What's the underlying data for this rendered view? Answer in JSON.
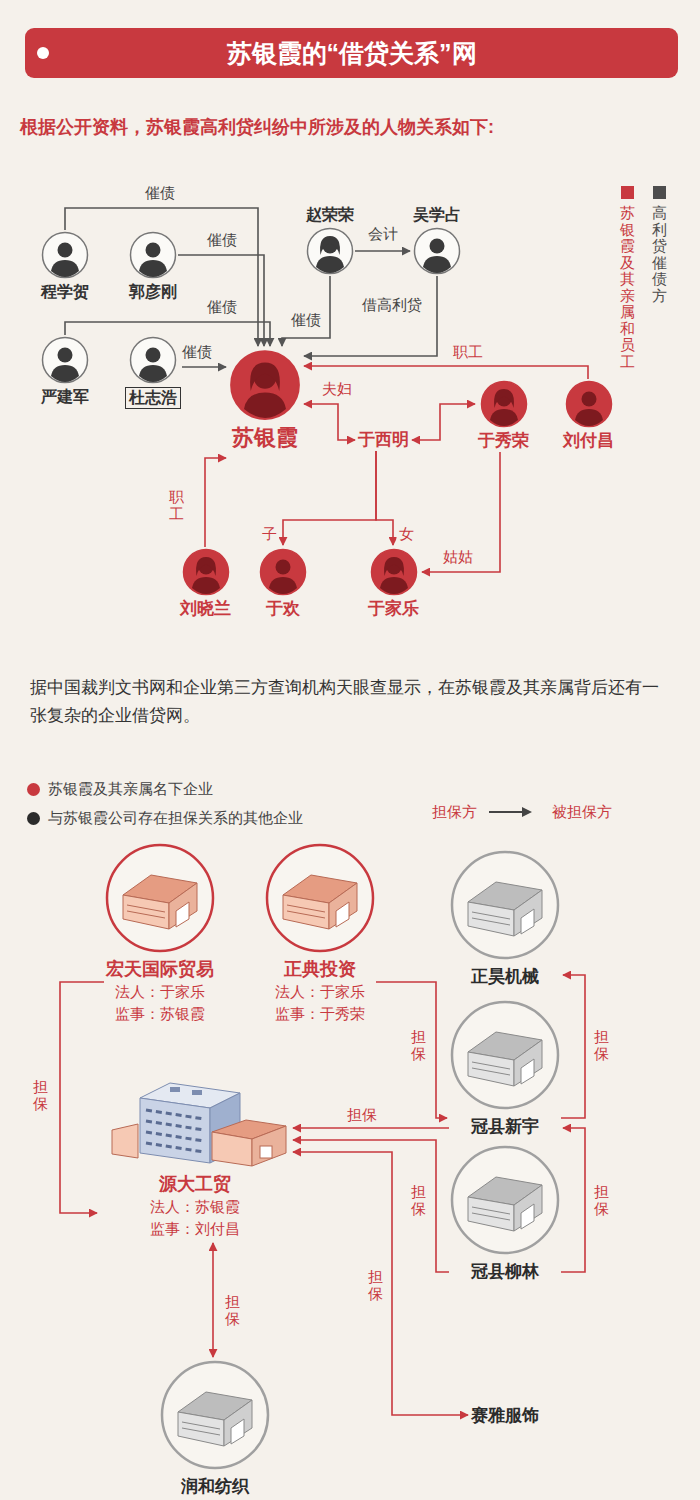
{
  "diagram": {
    "title": "苏银霞的“借贷关系”网",
    "nodes": [
      {
        "text": [
          "程学贺"
        ]
      },
      {
        "text": [
          "郭彦刚"
        ]
      },
      {
        "text": [
          "赵荣荣"
        ]
      },
      {
        "text": [
          "吴学占"
        ]
      },
      {
        "text": [
          "严建军"
        ]
      },
      {
        "text": [
          "杜志浩"
        ]
      },
      {
        "text": [
          "苏银霞"
        ]
      },
      {
        "text": [
          "于西明"
        ]
      },
      {
        "text": [
          "于秀荣"
        ]
      },
      {
        "text": [
          "刘付昌"
        ]
      },
      {
        "text": [
          "刘晓兰"
        ]
      },
      {
        "text": [
          "于欢"
        ]
      },
      {
        "text": [
          "于家乐"
        ]
      },
      {
        "text": [
          "宏天国际贸易",
          "法人：于家乐",
          "监事：苏银霞"
        ]
      },
      {
        "text": [
          "正典投资",
          "法人：于家乐",
          "监事：于秀荣"
        ]
      },
      {
        "text": [
          "正昊机械"
        ]
      },
      {
        "text": [
          "源大工贸",
          "法人：苏银霞",
          "监事：刘付昌"
        ]
      },
      {
        "text": [
          "冠县新宇"
        ]
      },
      {
        "text": [
          "冠县柳林"
        ]
      },
      {
        "text": [
          "润和纺织"
        ]
      },
      {
        "text": [
          "赛雅服饰"
        ]
      }
    ],
    "edges": [
      {
        "from": 0,
        "to": 6,
        "label": "催债",
        "arrow": "to"
      },
      {
        "from": 1,
        "to": 6,
        "label": "催债",
        "arrow": "to"
      },
      {
        "from": 4,
        "to": 6,
        "label": "催债",
        "arrow": "to"
      },
      {
        "from": 5,
        "to": 6,
        "label": "催债",
        "arrow": "to"
      },
      {
        "from": 2,
        "to": 6,
        "label": "催债",
        "arrow": "to"
      },
      {
        "from": 2,
        "to": 3,
        "label": "会计",
        "arrow": "to"
      },
      {
        "from": 3,
        "to": 6,
        "label": "借高利贷",
        "arrow": "to"
      },
      {
        "from": 9,
        "to": 6,
        "label": "职工",
        "arrow": "to"
      },
      {
        "from": 6,
        "to": 7,
        "label": "夫妇",
        "arrow": "both"
      },
      {
        "from": 7,
        "to": 8,
        "arrow": "both"
      },
      {
        "from": 7,
        "to": 11,
        "label": "子",
        "arrow": "to"
      },
      {
        "from": 7,
        "to": 12,
        "label": "女",
        "arrow": "to"
      },
      {
        "from": 8,
        "to": 12,
        "label": "姑姑",
        "arrow": "to"
      },
      {
        "from": 10,
        "to": 6,
        "label": "职工",
        "arrow": "to"
      },
      {
        "from": 13,
        "to": 16,
        "label": "担保",
        "arrow": "to"
      },
      {
        "from": 14,
        "to": 17,
        "label": "担保",
        "arrow": "to"
      },
      {
        "from": 17,
        "to": 16,
        "label": "担保",
        "arrow": "to"
      },
      {
        "from": 18,
        "to": 16,
        "label": "担保",
        "arrow": "to"
      },
      {
        "from": 16,
        "to": 20,
        "label": "担保",
        "arrow": "both"
      },
      {
        "from": 16,
        "to": 19,
        "label": "担保",
        "arrow": "both"
      },
      {
        "from": 17,
        "to": 15,
        "label": "担保",
        "arrow": "to"
      },
      {
        "from": 18,
        "to": 17,
        "label": "担保",
        "arrow": "to"
      }
    ],
    "labels": [
      "根据公开资料，苏银霞高利贷纠纷中所涉及的人物关系如下:",
      "据中国裁判文书网和企业第三方查询机构天眼查显示，在苏银霞及其亲属背后还有一张复杂的企业借贷网。",
      "担保方",
      "被担保方"
    ],
    "legend": [
      {
        "text": "苏银霞及其亲属和员工",
        "color": "#c8393f"
      },
      {
        "text": "高利贷催债方",
        "color": "#4d4d4d"
      },
      {
        "text": "苏银霞及其亲属名下企业",
        "color": "#c8393f"
      },
      {
        "text": "与苏银霞公司存在担保关系的其他企业",
        "color": "#2b2b2b"
      }
    ]
  }
}
